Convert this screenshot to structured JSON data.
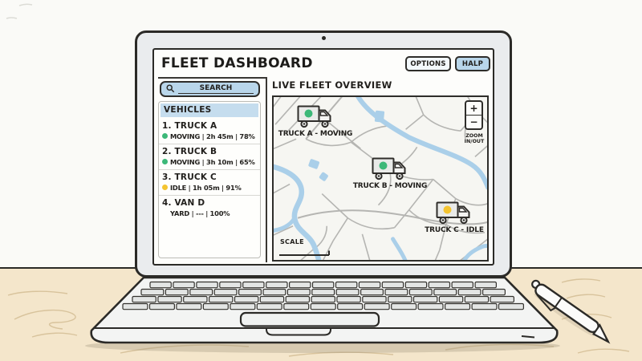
{
  "ui": {
    "sep": "|"
  },
  "colors": {
    "accent_blue": "#b9d6ea",
    "status_moving": "#3cb878",
    "status_idle": "#f4c430",
    "water": "#aacfe9",
    "road": "#b5b5b2"
  },
  "header": {
    "title": "FLEET DASHBOARD",
    "options_label": "OPTIONS",
    "help_label": "HALP"
  },
  "sidebar": {
    "search_label": "SEARCH",
    "section_title": "VEHICLES",
    "vehicles": [
      {
        "title": "1. TRUCK A",
        "status": "MOVING",
        "time": "2h 45m",
        "battery": "78%",
        "dot_class": "dot g"
      },
      {
        "title": "2. TRUCK B",
        "status": "MOVING",
        "time": "3h 10m",
        "battery": "65%",
        "dot_class": "dot g"
      },
      {
        "title": "3. TRUCK C",
        "status": "IDLE",
        "time": "1h 05m",
        "battery": "91%",
        "dot_class": "dot y"
      },
      {
        "title": "4. VAN D",
        "status": "YARD",
        "time": "---",
        "battery": "100%",
        "dot_class": "dot n"
      }
    ]
  },
  "map": {
    "title": "LIVE FLEET OVERVIEW",
    "markers": [
      {
        "label": "TRUCK A - MOVING",
        "dot_color": "#3cb878"
      },
      {
        "label": "TRUCK B - MOVING",
        "dot_color": "#3cb878"
      },
      {
        "label": "TRUCK C - IDLE",
        "dot_color": "#f4c430"
      }
    ],
    "zoom_in": "+",
    "zoom_out": "−",
    "zoom_label_line1": "ZOOM",
    "zoom_label_line2": "IN/OUT",
    "scale_label": "SCALE"
  }
}
